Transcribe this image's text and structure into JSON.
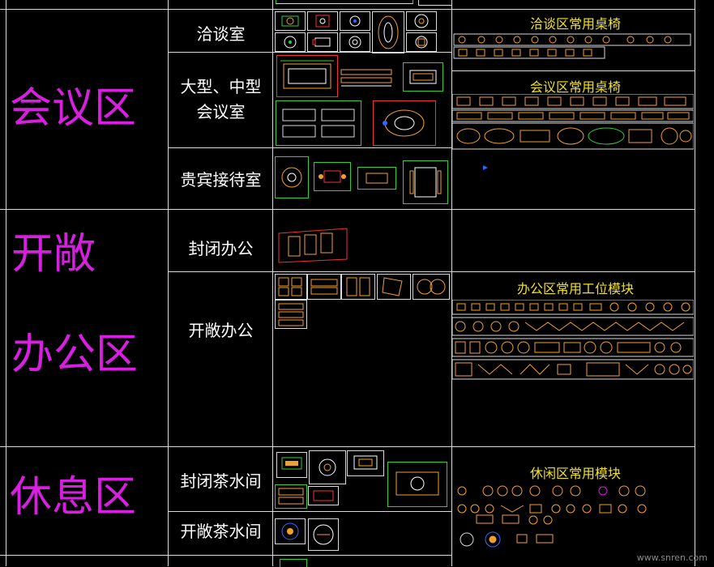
{
  "zones": [
    {
      "id": "meeting",
      "title": "会议区"
    },
    {
      "id": "open",
      "title_line1": "开敞",
      "title_line2": "办公区"
    },
    {
      "id": "rest",
      "title": "休息区"
    }
  ],
  "rooms": {
    "negotiation": "洽谈室",
    "meeting_large": "大型、中型\n会议室",
    "vip": "贵宾接待室",
    "closed_office": "封闭办公",
    "open_office": "开敞办公",
    "closed_tea": "封闭茶水间",
    "open_tea": "开敞茶水间"
  },
  "library_headers": {
    "negotiation_tables": "洽谈区常用桌椅",
    "meeting_tables": "会议区常用桌椅",
    "office_workstations": "办公区常用工位模块",
    "leisure_modules": "休闲区常用模块"
  },
  "watermark": "www.snren.com",
  "colors": {
    "zone_text": "#d81ee0",
    "header_text": "#f0e020",
    "grid": "#d9d9d9",
    "furniture": "#f0a030"
  }
}
